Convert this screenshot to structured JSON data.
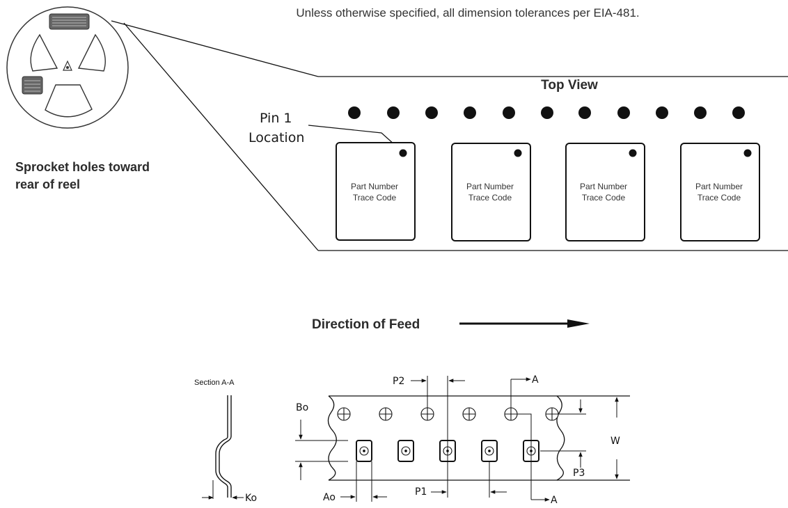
{
  "header": {
    "tolerance_note": "Unless otherwise specified, all dimension tolerances per EIA-481."
  },
  "reel": {
    "caption_line1": "Sprocket holes toward",
    "caption_line2": "rear of reel"
  },
  "top_view": {
    "title": "Top View",
    "pin1_line1": "Pin 1",
    "pin1_line2": "Location",
    "parts": [
      {
        "line1": "Part Number",
        "line2": "Trace Code"
      },
      {
        "line1": "Part Number",
        "line2": "Trace Code"
      },
      {
        "line1": "Part Number",
        "line2": "Trace Code"
      },
      {
        "line1": "Part Number",
        "line2": "Trace Code"
      }
    ]
  },
  "feed": {
    "label": "Direction of Feed"
  },
  "section": {
    "title": "Section A-A",
    "ko_label": "Ko"
  },
  "dimensions": {
    "p2": "P2",
    "a_top": "A",
    "a_bottom": "A",
    "bo": "Bo",
    "w": "W",
    "p3": "P3",
    "p1": "P1",
    "ao": "Ao"
  }
}
